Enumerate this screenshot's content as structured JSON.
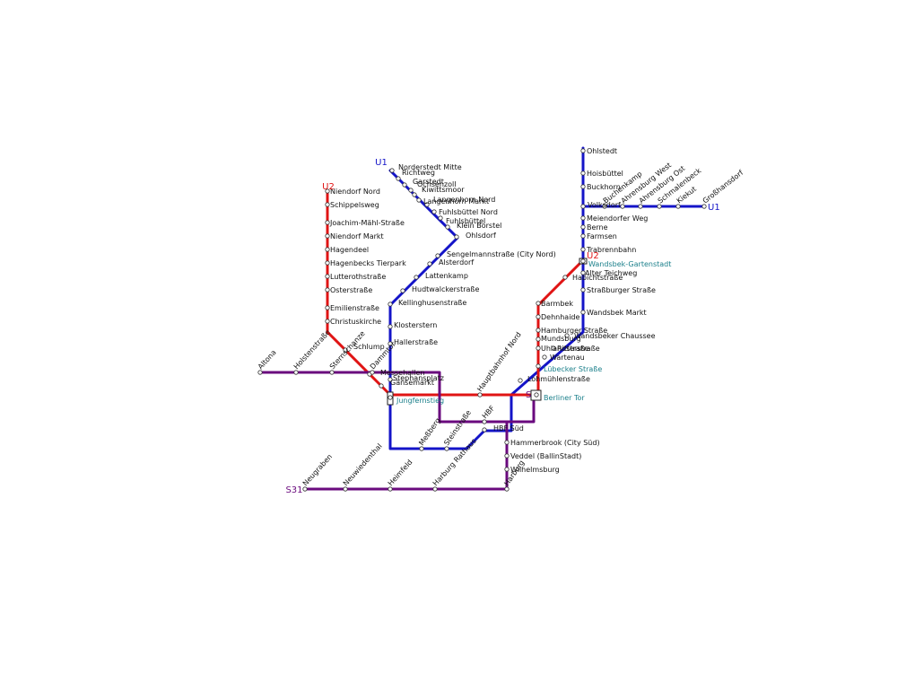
{
  "colors": {
    "U1": "#1414c8",
    "U2": "#e01414",
    "S31": "#6a0a7e",
    "interchange_text": "#1a7f8a"
  },
  "lines": [
    {
      "id": "U1",
      "label": "U1",
      "label_end": "U1"
    },
    {
      "id": "U2",
      "label": "U2",
      "label_end": "U2"
    },
    {
      "id": "S31",
      "label": "S31",
      "label_end": "S"
    }
  ],
  "stations": [
    {
      "id": "u1-norderstedt-mitte",
      "name": "Norderstedt Mitte"
    },
    {
      "id": "u1-richtweg",
      "name": "Richtweg"
    },
    {
      "id": "u1-garstedt",
      "name": "Garstedt"
    },
    {
      "id": "u1-ochsenzoll",
      "name": "Ochsenzoll"
    },
    {
      "id": "u1-kiwittsmoor",
      "name": "Kiwittsmoor"
    },
    {
      "id": "u1-langenhorn-nord",
      "name": "Langenhorn Nord"
    },
    {
      "id": "u1-langenhorn-markt",
      "name": "Langenhorn Markt"
    },
    {
      "id": "u1-fuhlsbuettel-nord",
      "name": "Fuhlsbüttel Nord"
    },
    {
      "id": "u1-fuhlsbuettel",
      "name": "Fuhlsbüttel"
    },
    {
      "id": "u1-klein-borstel",
      "name": "Klein Borstel"
    },
    {
      "id": "u1-ohlsdorf",
      "name": "Ohlsdorf"
    },
    {
      "id": "u1-sengelmannstrasse",
      "name": "Sengelmannstraße (City Nord)"
    },
    {
      "id": "u1-alsterdorf",
      "name": "Alsterdorf"
    },
    {
      "id": "u1-lattenkamp",
      "name": "Lattenkamp"
    },
    {
      "id": "u1-hudtwalckerstrasse",
      "name": "Hudtwalckerstraße"
    },
    {
      "id": "u1-kellinghusenstrasse",
      "name": "Kellinghusenstraße"
    },
    {
      "id": "u1-klosterstern",
      "name": "Klosterstern"
    },
    {
      "id": "u1-hallerstrasse",
      "name": "Hallerstraße"
    },
    {
      "id": "u1-stephansplatz",
      "name": "Stephansplatz"
    },
    {
      "id": "u1-jungfernstieg",
      "name": "Jungfernstieg"
    },
    {
      "id": "u1-messberg",
      "name": "Meßberg"
    },
    {
      "id": "u1-steinstrasse",
      "name": "Steinstraße"
    },
    {
      "id": "u1-hbf-sued",
      "name": "HBF Süd"
    },
    {
      "id": "u1-luebecker-strasse",
      "name": "Lübecker Straße"
    },
    {
      "id": "u1-wartenau",
      "name": "Wartenau"
    },
    {
      "id": "u1-ritterstrasse",
      "name": "Ritterstraße"
    },
    {
      "id": "u1-wandsbeker-chaussee",
      "name": "Wandsbeker Chaussee"
    },
    {
      "id": "u1-wandsbek-markt",
      "name": "Wandsbek Markt"
    },
    {
      "id": "u1-strassburger-strasse",
      "name": "Straßburger Straße"
    },
    {
      "id": "u1-alter-teichweg",
      "name": "Alter Teichweg"
    },
    {
      "id": "u1-wandsbek-gartenstadt",
      "name": "Wandsbek-Gartenstadt"
    },
    {
      "id": "u1-trabrennbahn",
      "name": "Trabrennbahn"
    },
    {
      "id": "u1-farmsen",
      "name": "Farmsen"
    },
    {
      "id": "u1-berne",
      "name": "Berne"
    },
    {
      "id": "u1-meiendorfer-weg",
      "name": "Meiendorfer Weg"
    },
    {
      "id": "u1-volksdorf",
      "name": "Volksdorf"
    },
    {
      "id": "u1-buckhorn",
      "name": "Buckhorn"
    },
    {
      "id": "u1-hoisbuettel",
      "name": "Hoisbüttel"
    },
    {
      "id": "u1-ohlstedt",
      "name": "Ohlstedt"
    },
    {
      "id": "u1-buchenkamp",
      "name": "Buchenkamp"
    },
    {
      "id": "u1-ahrensburg-west",
      "name": "Ahrensburg West"
    },
    {
      "id": "u1-ahrensburg-ost",
      "name": "Ahrensburg Ost"
    },
    {
      "id": "u1-schmalenbeck",
      "name": "Schmalenbeck"
    },
    {
      "id": "u1-kiekut",
      "name": "Kiekut"
    },
    {
      "id": "u1-grosshansdorf",
      "name": "Großhansdorf"
    },
    {
      "id": "u2-niendorf-nord",
      "name": "Niendorf Nord"
    },
    {
      "id": "u2-schippelsweg",
      "name": "Schippelsweg"
    },
    {
      "id": "u2-joachim-maehl-strasse",
      "name": "Joachim-Mähl-Straße"
    },
    {
      "id": "u2-niendorf-markt",
      "name": "Niendorf Markt"
    },
    {
      "id": "u2-hagendeel",
      "name": "Hagendeel"
    },
    {
      "id": "u2-hagenbecks-tierpark",
      "name": "Hagenbecks Tierpark"
    },
    {
      "id": "u2-lutterothstrasse",
      "name": "Lutterothstraße"
    },
    {
      "id": "u2-osterstrasse",
      "name": "Osterstraße"
    },
    {
      "id": "u2-emilienstrasse",
      "name": "Emilienstraße"
    },
    {
      "id": "u2-christuskirche",
      "name": "Christuskirche"
    },
    {
      "id": "u2-schlump",
      "name": "Schlump"
    },
    {
      "id": "u2-messehallen",
      "name": "Messehallen"
    },
    {
      "id": "u2-gaensemarkt",
      "name": "Gänsemarkt"
    },
    {
      "id": "u2-hauptbahnhof-nord",
      "name": "Hauptbahnhof Nord"
    },
    {
      "id": "u2-berliner-tor",
      "name": "Berliner Tor"
    },
    {
      "id": "u2-lohmuehlenstrasse",
      "name": "Lohmühlenstraße"
    },
    {
      "id": "u2-uhlandstrasse",
      "name": "Uhlandstraße"
    },
    {
      "id": "u2-mundsburg",
      "name": "Mundsburg"
    },
    {
      "id": "u2-hamburger-strasse",
      "name": "Hamburger Straße"
    },
    {
      "id": "u2-dehnhaide",
      "name": "Dehnhaide"
    },
    {
      "id": "u2-barmbek",
      "name": "Barmbek"
    },
    {
      "id": "u2-habichtstrasse",
      "name": "Habichtstraße"
    },
    {
      "id": "s-altona",
      "name": "Altona"
    },
    {
      "id": "s-holstenstrasse",
      "name": "Holstenstraße"
    },
    {
      "id": "s-sternschanze",
      "name": "Sternschanze"
    },
    {
      "id": "s-dammtor",
      "name": "Dammtor"
    },
    {
      "id": "s-hbf",
      "name": "HBF"
    },
    {
      "id": "s-hammerbrook",
      "name": "Hammerbrook (City Süd)"
    },
    {
      "id": "s-veddel",
      "name": "Veddel (BallinStadt)"
    },
    {
      "id": "s-wilhelmsburg",
      "name": "Wilhelmsburg"
    },
    {
      "id": "s-harburg",
      "name": "Harburg"
    },
    {
      "id": "s-harburg-rathaus",
      "name": "Harburg Rathaus"
    },
    {
      "id": "s-heimfeld",
      "name": "Heimfeld"
    },
    {
      "id": "s-neuwiedenthal",
      "name": "Neuwiedenthal"
    },
    {
      "id": "s-neugraben",
      "name": "Neugraben"
    }
  ]
}
